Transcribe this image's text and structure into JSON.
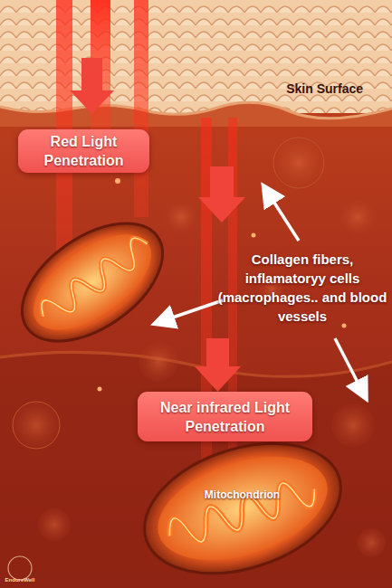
{
  "diagram": {
    "nodes": [
      {
        "text": [
          "Skin Surface"
        ]
      },
      {
        "text": [
          "Red Light Penetration"
        ]
      },
      {
        "text": [
          "Near infrared Light Penetration"
        ]
      },
      {
        "text": [
          "Mitochondrion"
        ]
      }
    ],
    "labels": [
      "Collagen fibers, inflamatoryy cells (macrophages.. and blood vessels",
      "EndureWell"
    ]
  }
}
